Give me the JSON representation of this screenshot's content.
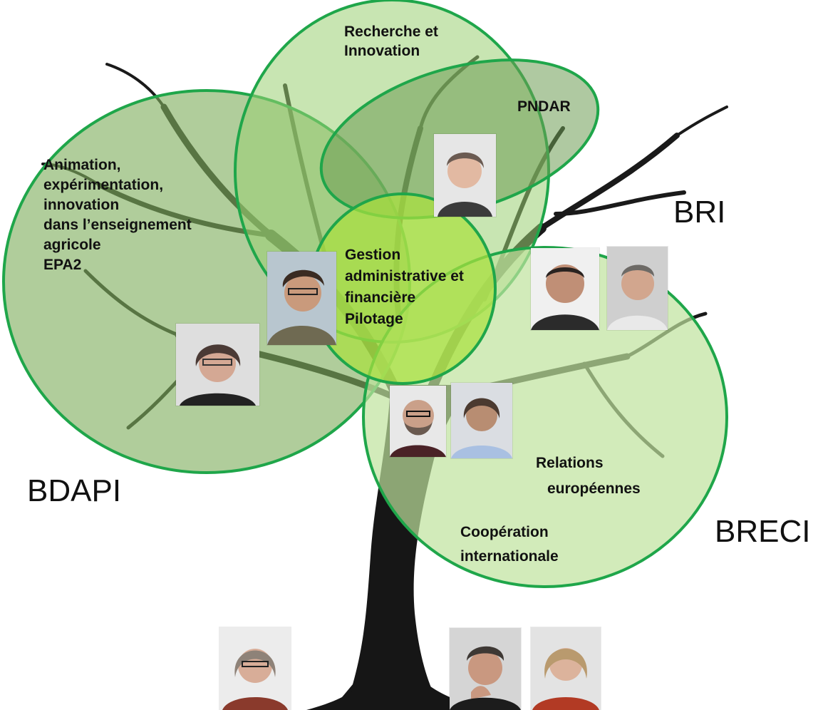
{
  "groups": {
    "bdapi": "BDAPI",
    "bri": "BRI",
    "breci": "BRECI"
  },
  "circles": {
    "recherche": [
      "Recherche et",
      "Innovation"
    ],
    "pndar": "PNDAR",
    "animation": [
      "Animation,",
      "expérimentation,",
      "innovation",
      "dans l’enseignement",
      "agricole",
      "EPA2"
    ],
    "gestion": [
      "Gestion",
      "administrative et",
      "financière",
      "Pilotage"
    ],
    "relations": [
      "Relations",
      "européennes"
    ],
    "cooperation": [
      "Coopération",
      "internationale"
    ]
  },
  "colors": {
    "circle_stroke": "#1fa64a",
    "circle_fill_light": "#a8d889",
    "circle_fill_dark": "#6c9a52",
    "center_fill": "#a9e03f",
    "tree": "#1a1a1a"
  },
  "photos": {
    "pndar_person": "portrait-woman-short-hair",
    "gestion_person": "portrait-man-glasses",
    "bdapi_person": "portrait-woman-glasses",
    "bri_person_1": "portrait-man-bald",
    "bri_person_2": "portrait-man-grey-hair",
    "breci_person_1": "portrait-man-beard-glasses",
    "breci_person_2": "portrait-man-long-hair",
    "bottom_person_1": "portrait-woman-grey-hair",
    "bottom_person_2": "portrait-man-hand-chin",
    "bottom_person_3": "portrait-woman-blonde"
  }
}
